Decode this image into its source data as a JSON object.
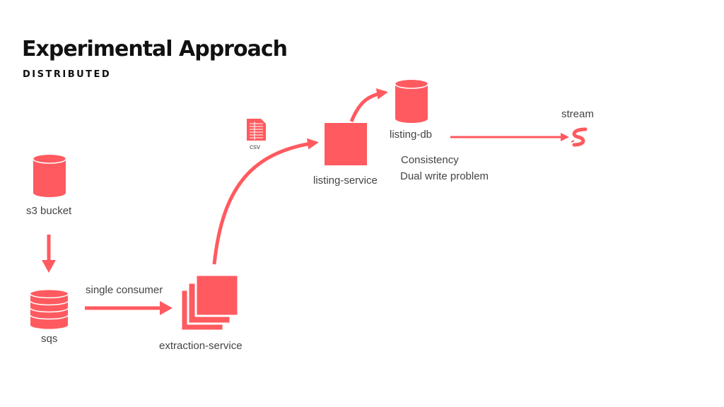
{
  "slide": {
    "title": "Experimental Approach",
    "subtitle": "DISTRIBUTED"
  },
  "nodes": {
    "s3_bucket": "s3 bucket",
    "sqs": "sqs",
    "extraction_service": "extraction-service",
    "listing_service": "listing-service",
    "listing_db": "listing-db",
    "stream": "stream",
    "csv": "csv"
  },
  "edges": {
    "single_consumer": "single consumer"
  },
  "notes": {
    "consistency": "Consistency",
    "dual_write": "Dual write problem"
  },
  "colors": {
    "accent": "#ff5a5f",
    "text": "#444444",
    "title": "#111111"
  },
  "icons": [
    "database-icon",
    "queue-icon",
    "service-stack-icon",
    "service-icon",
    "csv-file-icon",
    "stream-icon"
  ]
}
